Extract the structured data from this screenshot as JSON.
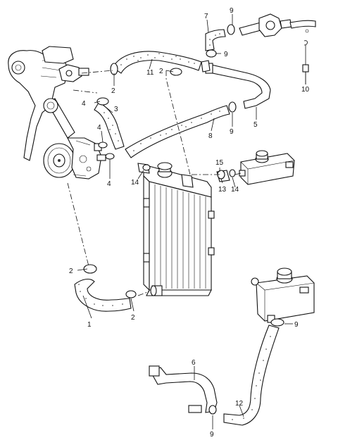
{
  "diagram": {
    "callouts": [
      {
        "id": "c1",
        "text": "1"
      },
      {
        "id": "c2a",
        "text": "2"
      },
      {
        "id": "c2b",
        "text": "2"
      },
      {
        "id": "c2c",
        "text": "2"
      },
      {
        "id": "c2d",
        "text": "2"
      },
      {
        "id": "c3",
        "text": "3"
      },
      {
        "id": "c4a",
        "text": "4"
      },
      {
        "id": "c4b",
        "text": "4"
      },
      {
        "id": "c4c",
        "text": "4"
      },
      {
        "id": "c5",
        "text": "5"
      },
      {
        "id": "c6",
        "text": "6"
      },
      {
        "id": "c7",
        "text": "7"
      },
      {
        "id": "c8",
        "text": "8"
      },
      {
        "id": "c9a",
        "text": "9"
      },
      {
        "id": "c9b",
        "text": "9"
      },
      {
        "id": "c9c",
        "text": "9"
      },
      {
        "id": "c9d",
        "text": "9"
      },
      {
        "id": "c9e",
        "text": "9"
      },
      {
        "id": "c10",
        "text": "10"
      },
      {
        "id": "c11",
        "text": "11"
      },
      {
        "id": "c12",
        "text": "12"
      },
      {
        "id": "c13",
        "text": "13"
      },
      {
        "id": "c14a",
        "text": "14"
      },
      {
        "id": "c14b",
        "text": "14"
      },
      {
        "id": "c15",
        "text": "15"
      }
    ]
  }
}
